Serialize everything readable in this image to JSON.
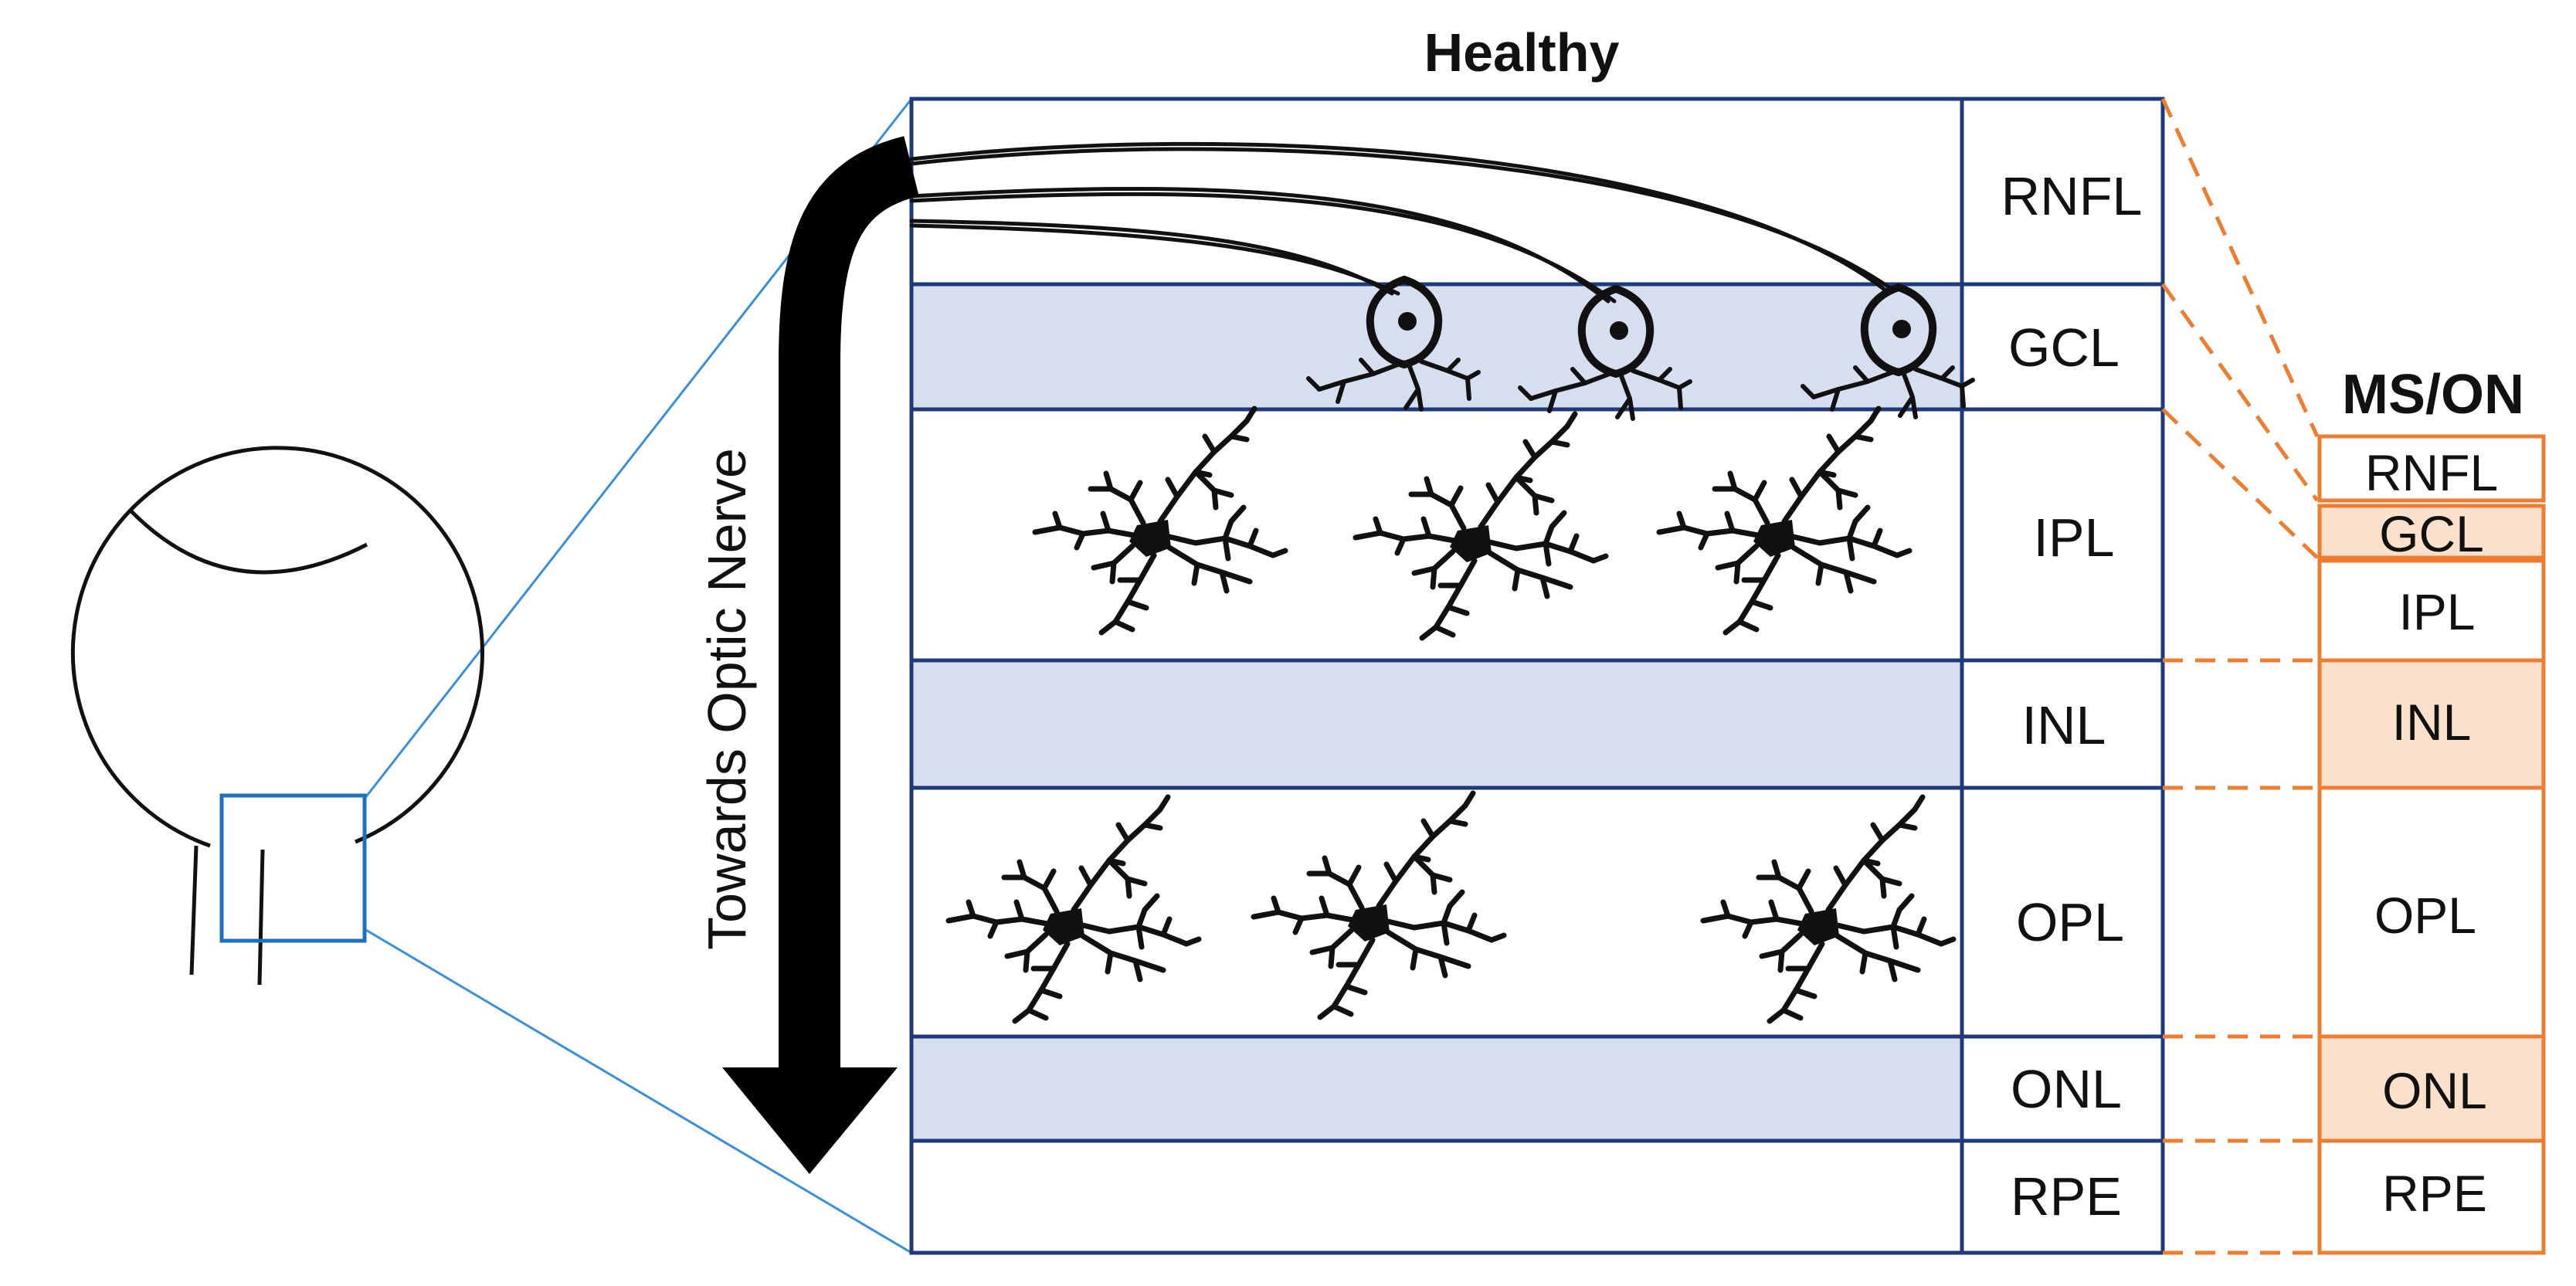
{
  "healthy": {
    "title": "Healthy",
    "layers": [
      "RNFL",
      "GCL",
      "IPL",
      "INL",
      "OPL",
      "ONL",
      "RPE"
    ]
  },
  "ms_on": {
    "title": "MS/ON",
    "layers": [
      "RNFL",
      "GCL",
      "IPL",
      "INL",
      "OPL",
      "ONL",
      "RPE"
    ]
  },
  "arrow_label": "Towards Optic Nerve",
  "colors": {
    "healthy_border": "#1f3a7a",
    "healthy_shaded_fill": "#d6dff0",
    "ms_border": "#ed7d31",
    "ms_shaded_fill": "#fbe0cc",
    "zoom_lines": "#3b8fd6",
    "zoom_box": "#1f6fc0"
  },
  "icons": {
    "eye": "eyeball-outline-icon",
    "ganglion": "retinal-ganglion-cell-icon",
    "glia": "glial-cell-icon",
    "arrow": "down-arrow-icon"
  }
}
